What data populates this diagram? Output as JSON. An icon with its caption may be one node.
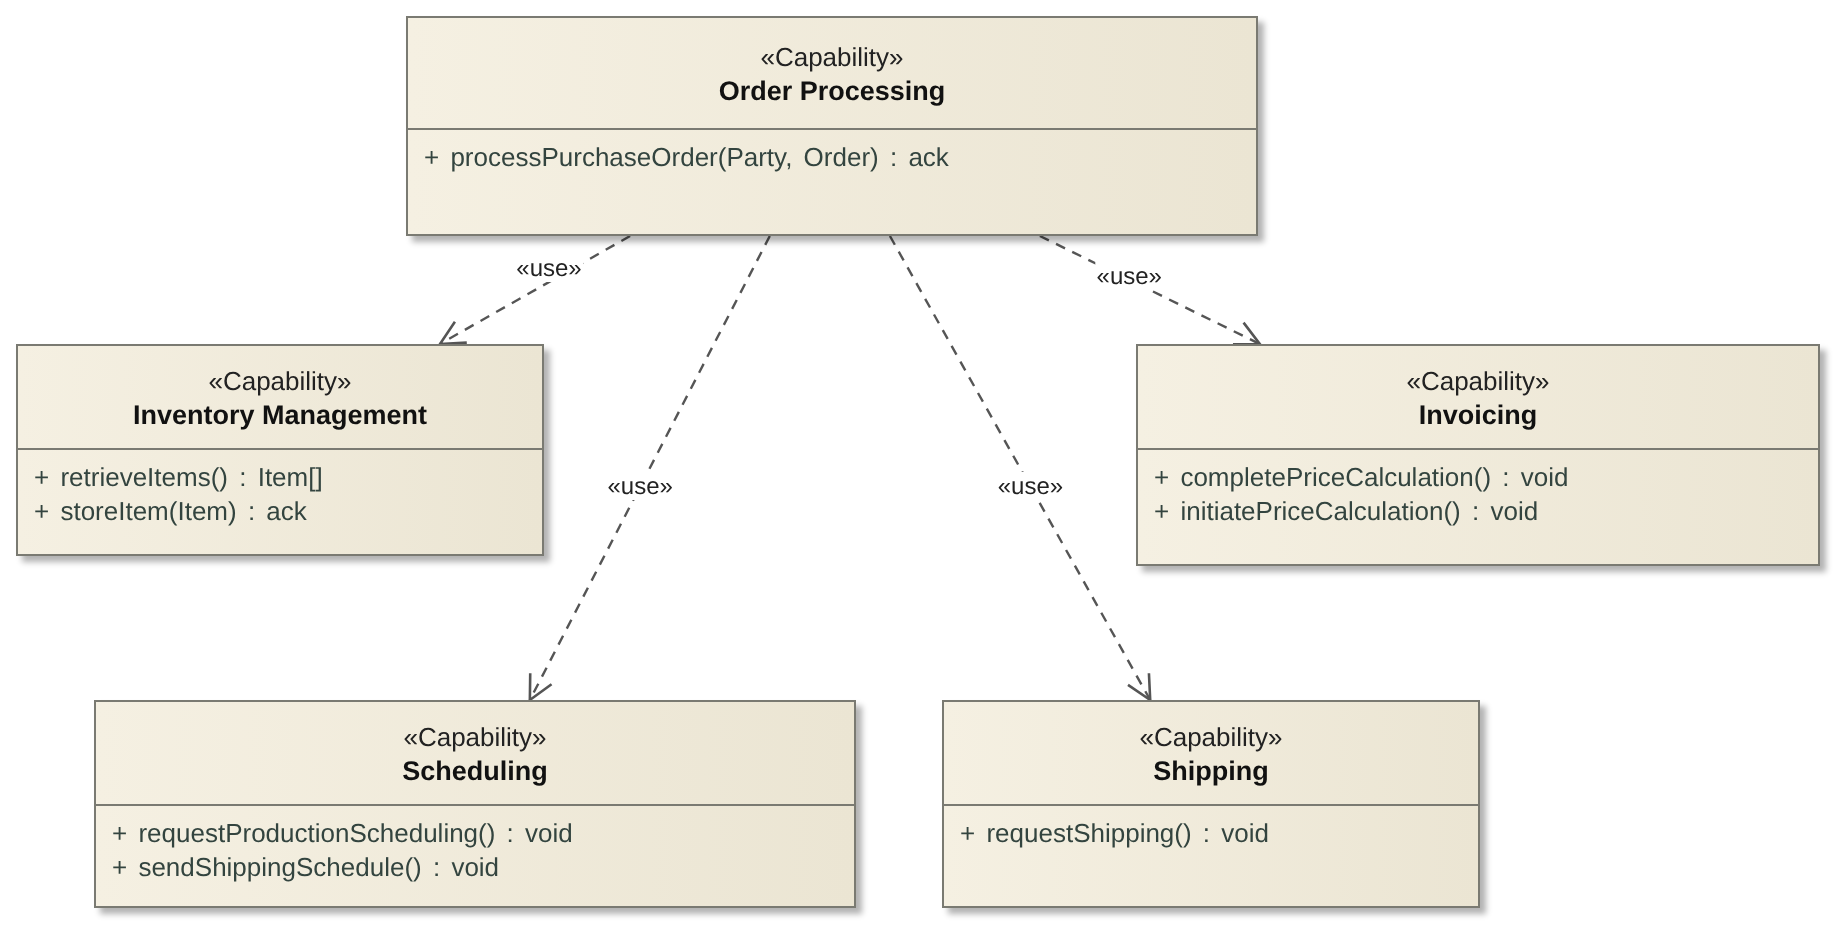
{
  "diagram": {
    "nodes": [
      {
        "text": [
          "«Capability»",
          "Order Processing",
          "+ processPurchaseOrder(Party, Order) : ack"
        ]
      },
      {
        "text": [
          "«Capability»",
          "Inventory Management",
          "+ retrieveItems() : Item[]",
          "+ storeItem(Item) : ack"
        ]
      },
      {
        "text": [
          "«Capability»",
          "Invoicing",
          "+ completePriceCalculation() : void",
          "+ initiatePriceCalculation() : void"
        ]
      },
      {
        "text": [
          "«Capability»",
          "Scheduling",
          "+ requestProductionScheduling() : void",
          "+ sendShippingSchedule() : void"
        ]
      },
      {
        "text": [
          "«Capability»",
          "Shipping",
          "+ requestShipping() : void"
        ]
      }
    ],
    "edges": [
      {
        "from": 0,
        "to": 1,
        "arrow": "to",
        "label": "«use»",
        "style": "dashed"
      },
      {
        "from": 0,
        "to": 3,
        "arrow": "to",
        "label": "«use»",
        "style": "dashed"
      },
      {
        "from": 0,
        "to": 4,
        "arrow": "to",
        "label": "«use»",
        "style": "dashed"
      },
      {
        "from": 0,
        "to": 2,
        "arrow": "to",
        "label": "«use»",
        "style": "dashed"
      }
    ]
  }
}
